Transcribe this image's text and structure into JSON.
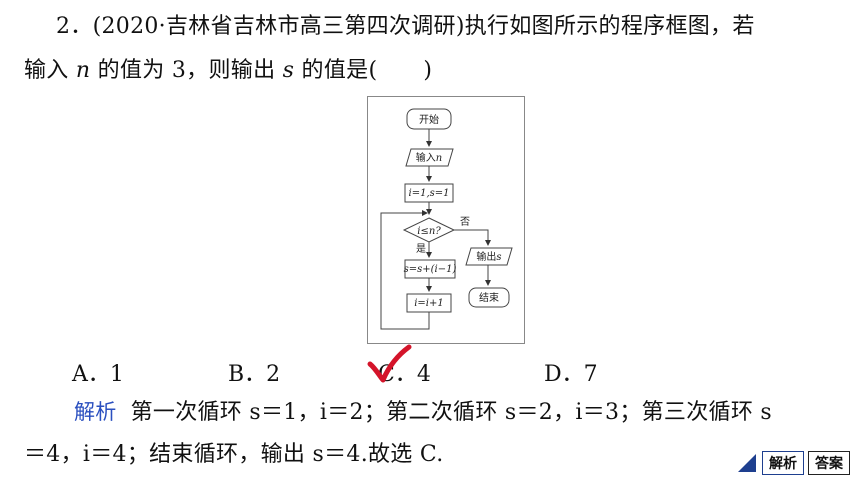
{
  "question": {
    "line1": "2．(2020·吉林省吉林市高三第四次调研)执行如图所示的程序框图，若",
    "line2_pre": "输入 ",
    "line2_var_n": "n",
    "line2_mid": " 的值为 3，则输出 ",
    "line2_var_s": "s",
    "line2_post": " 的值是(",
    "line2_close": ")"
  },
  "flowchart": {
    "start": "开始",
    "input_text": "输入",
    "input_var": "n",
    "init": "i=1,s=1",
    "condition": "i≤n?",
    "yes": "是",
    "no": "否",
    "update_s": "s=s+(i−1)",
    "update_i": "i=i+1",
    "output_text": "输出",
    "output_var": "s",
    "end": "结束"
  },
  "options": [
    {
      "letter": "A．",
      "value": "1"
    },
    {
      "letter": "B．",
      "value": "2"
    },
    {
      "letter": "C．",
      "value": "4"
    },
    {
      "letter": "D．",
      "value": "7"
    }
  ],
  "solution": {
    "label": "解析",
    "line1": "第一次循环 s＝1，i＝2；第二次循环 s＝2，i＝3；第三次循环 s",
    "line2": "＝4，i＝4；结束循环，输出 s＝4.故选 C."
  },
  "buttons": {
    "analysis": "解析",
    "answer": "答案"
  },
  "colors": {
    "check": "#d4142a",
    "label": "#2a4fbf",
    "nav": "#1e3f8f"
  }
}
